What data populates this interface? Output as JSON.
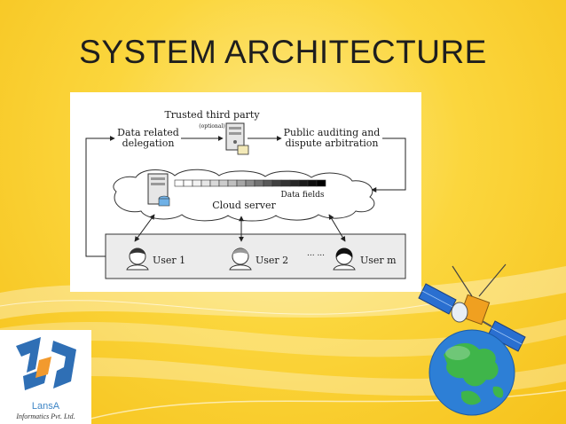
{
  "slide": {
    "title": "SYSTEM ARCHITECTURE"
  },
  "diagram": {
    "tpa_label": "Trusted third party",
    "tpa_optional": "(optional)",
    "delegation_label_1": "Data related",
    "delegation_label_2": "delegation",
    "auditing_label_1": "Public auditing and",
    "auditing_label_2": "dispute arbitration",
    "data_fields_label": "Data fields",
    "cloud_label": "Cloud server",
    "ellipsis": "... ...",
    "users": [
      "User 1",
      "User 2",
      "User m"
    ]
  },
  "logo": {
    "name": "LansA",
    "tagline": "Informatics Pvt. Ltd."
  },
  "colors": {
    "background": "#fbd63d",
    "logo_blue": "#3f86c6",
    "logo_orange": "#f29a2e"
  },
  "icons": [
    "server-icon",
    "cloud-icon",
    "user-icon",
    "satellite-icon",
    "globe-icon"
  ]
}
